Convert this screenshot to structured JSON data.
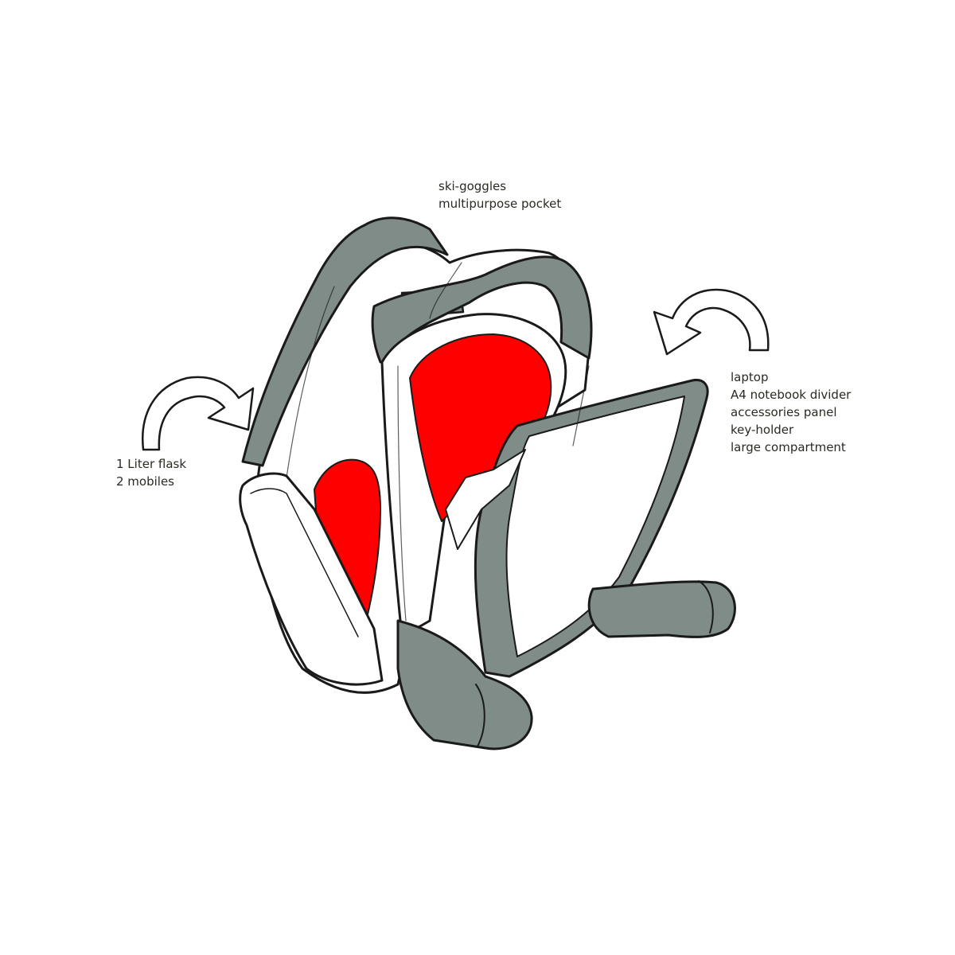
{
  "labels": {
    "top": [
      "ski-goggles",
      "multipurpose pocket"
    ],
    "left": [
      "1 Liter flask",
      "2 mobiles"
    ],
    "right": [
      "laptop",
      "A4 notebook divider",
      "accessories panel",
      "key-holder",
      "large compartment"
    ]
  },
  "colors": {
    "strap_grey": "#7f8c87",
    "compartment_red": "#ff0000",
    "outline": "#1a1a1a",
    "body": "#ffffff"
  }
}
